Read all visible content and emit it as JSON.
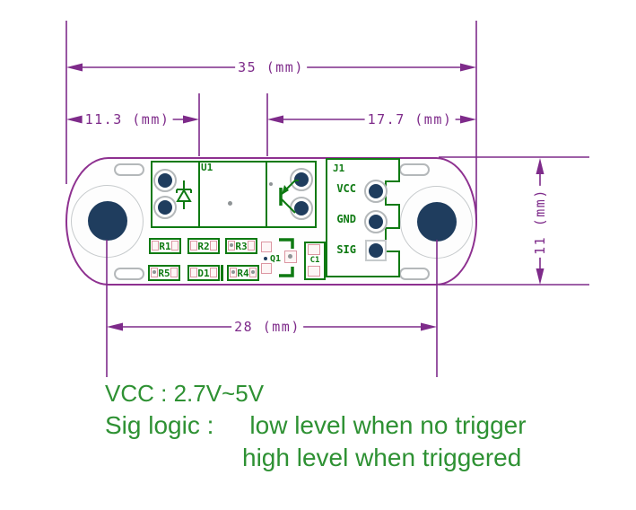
{
  "dims": {
    "total_width": "35 (mm)",
    "left_section": "11.3 (mm)",
    "right_section": "17.7 (mm)",
    "hole_spacing": "28 (mm)",
    "board_height": "11 (mm)"
  },
  "silkscreen": {
    "u1": "U1",
    "j1": "J1",
    "pin_vcc": "VCC",
    "pin_gnd": "GND",
    "pin_sig": "SIG",
    "r1": "R1",
    "r2": "R2",
    "r3": "R3",
    "r4": "R4",
    "r5": "R5",
    "d1": "D1",
    "q1": "Q1",
    "c1": "C1"
  },
  "notes": {
    "vcc_range": "VCC : 2.7V~5V",
    "sig_prefix": "Sig logic :",
    "sig_low": "low level when no trigger",
    "sig_high": "high level when triggered"
  },
  "colors": {
    "dimension_purple": "#7e2b8a",
    "board_outline_purple": "#8e3190",
    "silkscreen_green": "#0e7a12",
    "note_green": "#2e9133",
    "pad_navy": "#1f3d5e",
    "pad_pink": "#dc96a2"
  }
}
